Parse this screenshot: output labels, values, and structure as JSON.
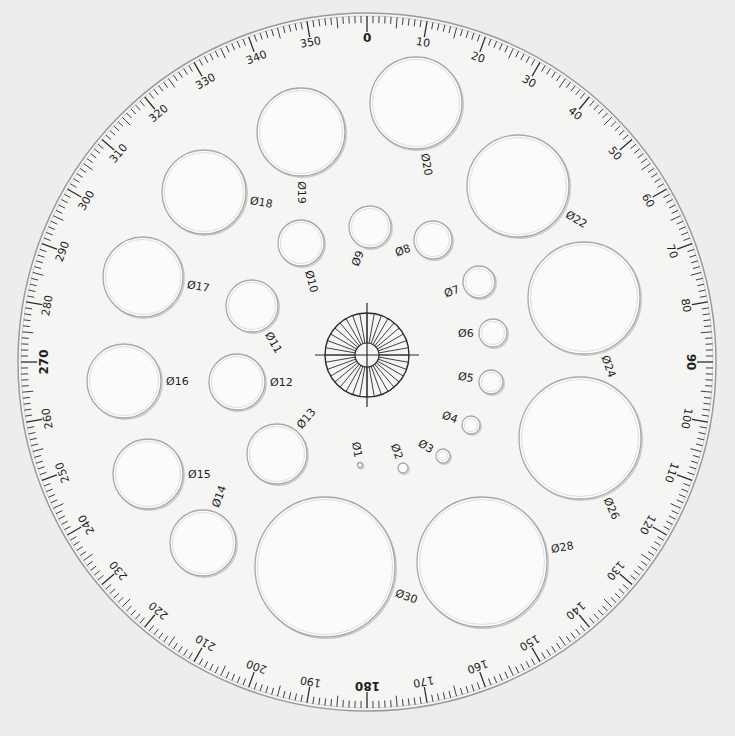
{
  "diagram": {
    "labels": [
      "0",
      "10",
      "20",
      "30",
      "40",
      "50",
      "60",
      "70",
      "80",
      "90",
      "100",
      "110",
      "120",
      "130",
      "140",
      "150",
      "160",
      "170",
      "180",
      "190",
      "200",
      "210",
      "220",
      "230",
      "240",
      "250",
      "260",
      "270",
      "280",
      "290",
      "300",
      "310",
      "320",
      "330",
      "340",
      "350",
      "Ø1",
      "Ø2",
      "Ø3",
      "Ø4",
      "Ø5",
      "Ø6",
      "Ø7",
      "Ø8",
      "Ø9",
      "Ø10",
      "Ø11",
      "Ø12",
      "Ø13",
      "Ø14",
      "Ø15",
      "Ø16",
      "Ø17",
      "Ø18",
      "Ø19",
      "Ø20",
      "Ø22",
      "Ø24",
      "Ø26",
      "Ø28",
      "Ø30"
    ]
  }
}
